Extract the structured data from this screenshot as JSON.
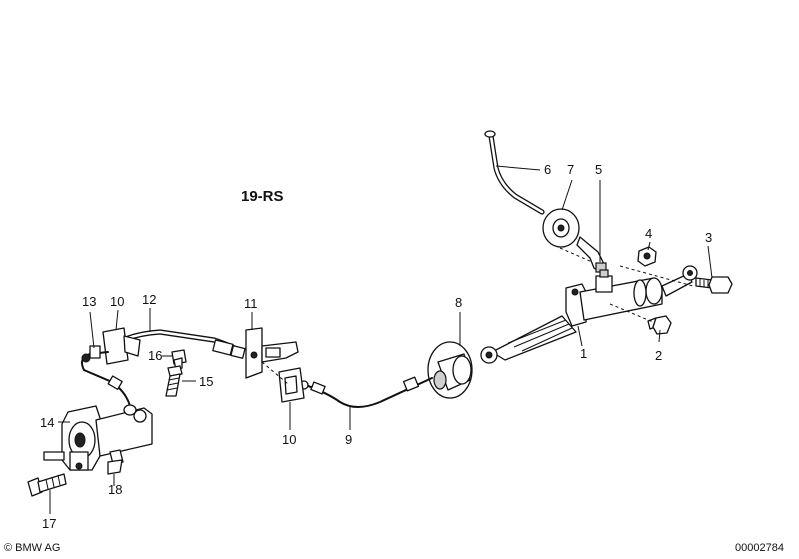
{
  "diagram": {
    "group_label": "19-RS",
    "callouts": {
      "c1": "1",
      "c2": "2",
      "c3": "3",
      "c4": "4",
      "c5": "5",
      "c6": "6",
      "c7": "7",
      "c8": "8",
      "c9": "9",
      "c10a": "10",
      "c10b": "10",
      "c11": "11",
      "c12": "12",
      "c13": "13",
      "c14": "14",
      "c15": "15",
      "c16": "16",
      "c17": "17",
      "c18": "18"
    },
    "copyright": "© BMW AG",
    "diagram_number": "00002784"
  }
}
